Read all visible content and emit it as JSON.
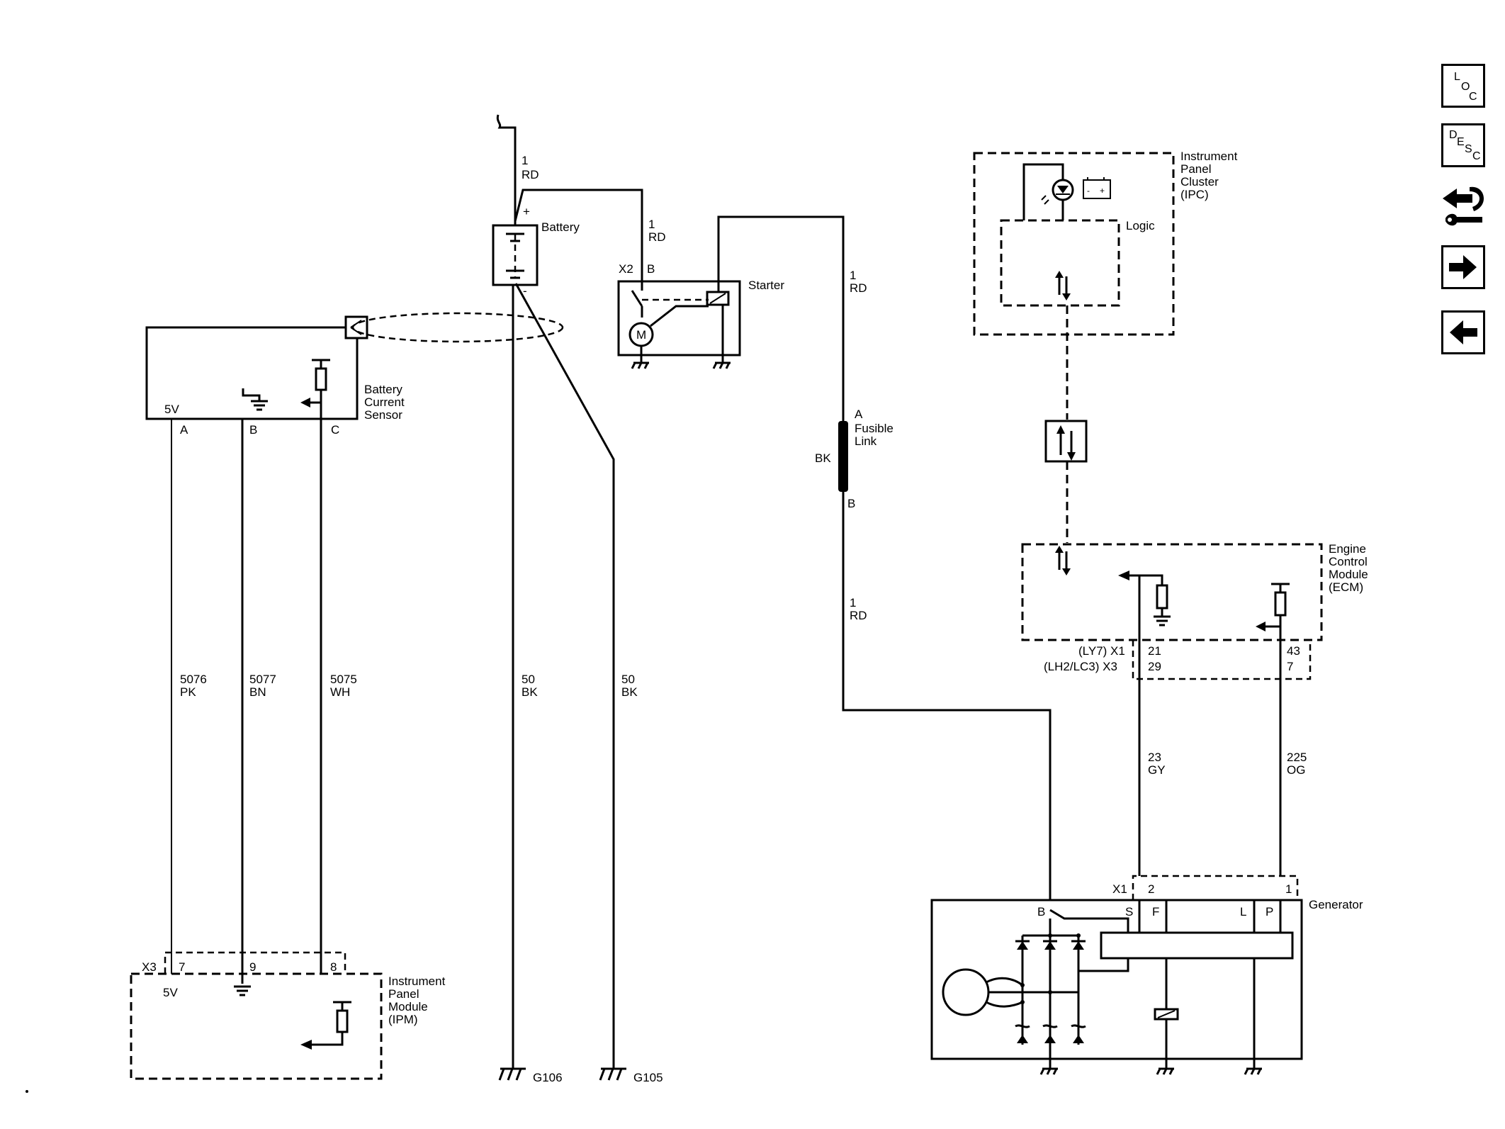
{
  "nav": {
    "loc": [
      "L",
      "O",
      "C"
    ],
    "desc": [
      "D",
      "E",
      "S",
      "C"
    ]
  },
  "labels": {
    "w1_top_num": "1",
    "w1_top_color": "RD",
    "battery": "Battery",
    "batt_plus": "+",
    "batt_minus": "-",
    "starter_wire_num": "1",
    "starter_wire_color": "RD",
    "starter_conn": "X2",
    "starter_pin": "B",
    "starter": "Starter",
    "motor": "M",
    "fuse_wire_num": "1",
    "fuse_wire_color": "RD",
    "fuse_a": "A",
    "fuse_b": "B",
    "fuse_color": "BK",
    "fusible_link": [
      "Fusible",
      "Link"
    ],
    "gen_wire_num": "1",
    "gen_wire_color": "RD",
    "bcs": [
      "Battery",
      "Current",
      "Sensor"
    ],
    "bcs_5v": "5V",
    "bcs_pin_a": "A",
    "bcs_pin_b": "B",
    "bcs_pin_c": "C",
    "w5076_num": "5076",
    "w5076_color": "PK",
    "w5077_num": "5077",
    "w5077_color": "BN",
    "w5075_num": "5075",
    "w5075_color": "WH",
    "w50a_num": "50",
    "w50a_color": "BK",
    "w50b_num": "50",
    "w50b_color": "BK",
    "ipm_conn": "X3",
    "ipm_pin7": "7",
    "ipm_pin9": "9",
    "ipm_pin8": "8",
    "ipm_5v": "5V",
    "ipm": [
      "Instrument",
      "Panel",
      "Module",
      "(IPM)"
    ],
    "g106": "G106",
    "g105": "G105",
    "ipc": [
      "Instrument",
      "Panel",
      "Cluster",
      "(IPC)"
    ],
    "logic": "Logic",
    "ecm": [
      "Engine",
      "Control",
      "Module",
      "(ECM)"
    ],
    "ecm_conn1": "(LY7) X1",
    "ecm_conn2": "(LH2/LC3)  X3",
    "ecm_pin21": "21",
    "ecm_pin29": "29",
    "ecm_pin43": "43",
    "ecm_pin7": "7",
    "w23_num": "23",
    "w23_color": "GY",
    "w225_num": "225",
    "w225_color": "OG",
    "gen_conn": "X1",
    "gen_pin2": "2",
    "gen_pin1": "1",
    "gen_b": "B",
    "gen_s": "S",
    "gen_f": "F",
    "gen_l": "L",
    "gen_p": "P",
    "generator": "Generator"
  }
}
